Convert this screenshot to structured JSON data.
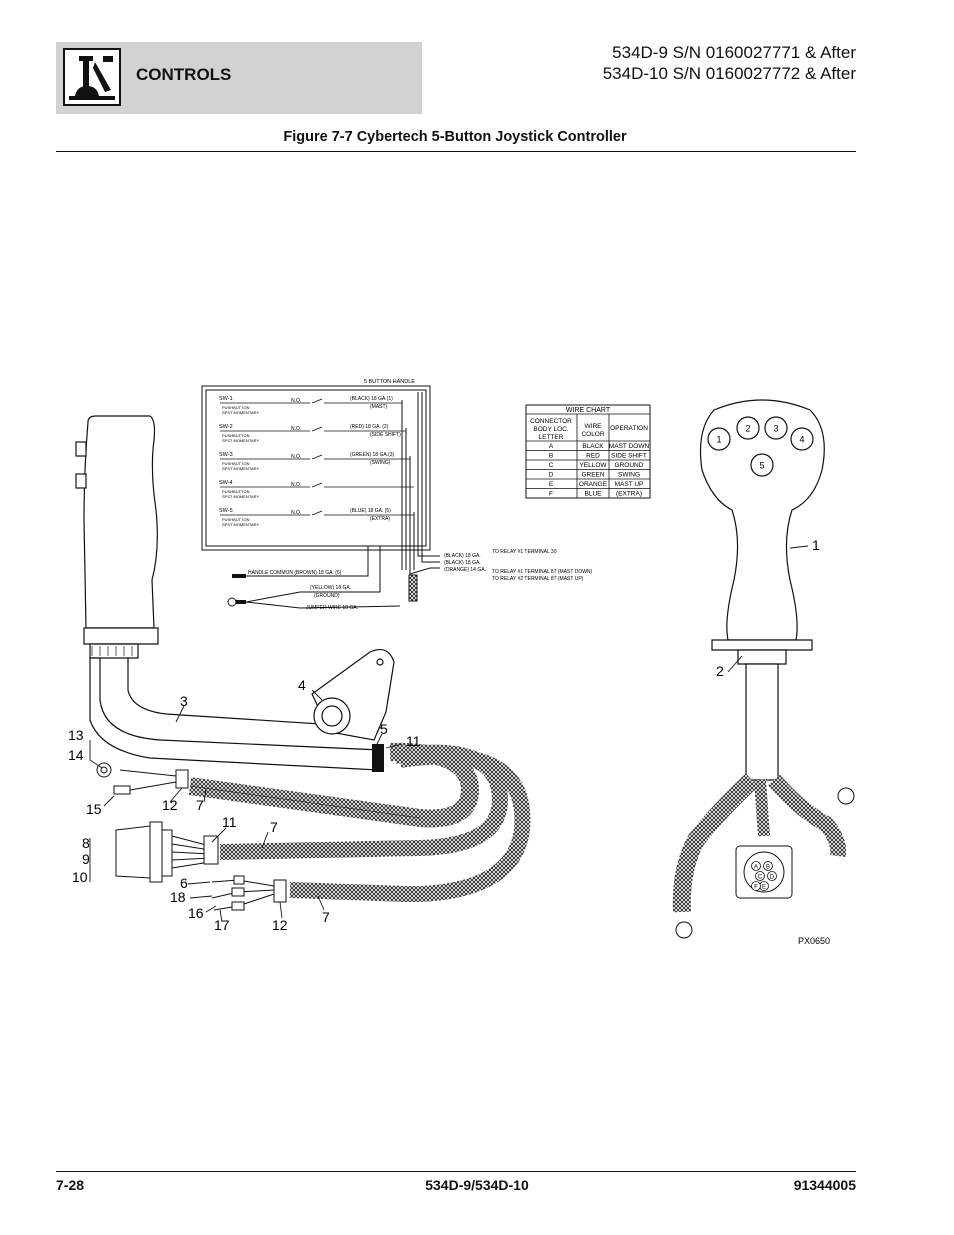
{
  "header": {
    "section_title": "CONTROLS",
    "model_line_1": "534D-9 S/N 0160027771 & After",
    "model_line_2": "534D-10 S/N 0160027772 & After",
    "logo_icon": "joystick-icon"
  },
  "figure": {
    "title": "Figure 7-7 Cybertech 5-Button Joystick Controller",
    "code": "PX0650"
  },
  "schematic": {
    "title": "5 BUTTON HANDLE",
    "switches": [
      {
        "id": "SW-1",
        "type_1": "PUSHBUTTON",
        "type_2": "SPST MOMENTARY",
        "contact": "N.O.",
        "wire": "(BLACK) 18 GA.(1)",
        "function": "(MAST)"
      },
      {
        "id": "SW-2",
        "type_1": "PUSHBUTTON",
        "type_2": "SPST MOMENTARY",
        "contact": "N.O.",
        "wire": "(RED) 18 GA. (2)",
        "function": "(SIDE SHIFT)"
      },
      {
        "id": "SW-3",
        "type_1": "PUSHBUTTON",
        "type_2": "SPST MOMENTARY",
        "contact": "N.O.",
        "wire": "(GREEN) 18 GA.(3)",
        "function": "(SWING)"
      },
      {
        "id": "SW-4",
        "type_1": "PUSHBUTTON",
        "type_2": "SPST MOMENTARY",
        "contact": "N.O.",
        "wire": "",
        "function": ""
      },
      {
        "id": "SW-5",
        "type_1": "PUSHBUTTON",
        "type_2": "SPST MOMENTARY",
        "contact": "N.O.",
        "wire": "(BLUE) 18 GA. (5)",
        "function": "(EXTRA)"
      }
    ],
    "outputs": [
      {
        "wire": "(BLACK) 18 GA.",
        "dest": "TO RELAY #1 TERMINAL 30"
      },
      {
        "wire": "(BLACK) 18 GA.",
        "dest": ""
      },
      {
        "wire": "(ORANGE) 14 GA.",
        "dest": "TO RELAY #1 TERMINAL 87 (MAST DOWN)"
      },
      {
        "wire": "",
        "dest": "TO RELAY #2 TERMINAL 87 (MAST UP)"
      }
    ],
    "common": "HANDLE COMMON (BROWN) 18 GA. (6)",
    "ground_wire": "(YELLOW) 18 GA.",
    "ground_label": "(GROUND)",
    "jumper": "JUMPER WIRE 18 GA."
  },
  "wire_chart": {
    "title": "WIRE CHART",
    "headers": [
      "CONNECTOR BODY LOC. LETTER",
      "WIRE COLOR",
      "OPERATION"
    ],
    "rows": [
      [
        "A",
        "BLACK",
        "MAST DOWN"
      ],
      [
        "B",
        "RED",
        "SIDE SHIFT"
      ],
      [
        "C",
        "YELLOW",
        "GROUND"
      ],
      [
        "D",
        "GREEN",
        "SWING"
      ],
      [
        "E",
        "ORANGE",
        "MAST UP"
      ],
      [
        "F",
        "BLUE",
        "(EXTRA)"
      ]
    ]
  },
  "callouts": [
    "1",
    "2",
    "3",
    "4",
    "5",
    "6",
    "7",
    "8",
    "9",
    "10",
    "11",
    "12",
    "13",
    "14",
    "15",
    "16",
    "17",
    "18"
  ],
  "buttons": [
    "1",
    "2",
    "3",
    "4",
    "5"
  ],
  "connector_pins": [
    "A",
    "B",
    "C",
    "D",
    "E",
    "F"
  ],
  "footer": {
    "page": "7-28",
    "model": "534D-9/534D-10",
    "part_no": "91344005"
  }
}
